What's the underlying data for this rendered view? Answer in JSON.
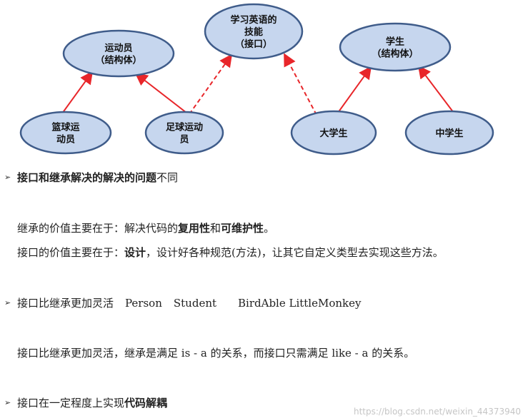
{
  "diagram": {
    "nodes": [
      {
        "id": "athlete",
        "lines": [
          "运动员",
          "（结构体）"
        ]
      },
      {
        "id": "english",
        "lines": [
          "学习英语的",
          "技能",
          "（接口）"
        ]
      },
      {
        "id": "student",
        "lines": [
          "学生",
          "（结构体）"
        ]
      },
      {
        "id": "basketball",
        "lines": [
          "篮球运",
          "动员"
        ]
      },
      {
        "id": "football",
        "lines": [
          "足球运动",
          "员"
        ]
      },
      {
        "id": "college",
        "lines": [
          "大学生"
        ]
      },
      {
        "id": "middle",
        "lines": [
          "中学生"
        ]
      }
    ],
    "edges": [
      {
        "from": "basketball",
        "to": "athlete",
        "style": "solid"
      },
      {
        "from": "football",
        "to": "athlete",
        "style": "solid"
      },
      {
        "from": "football",
        "to": "english",
        "style": "dashed"
      },
      {
        "from": "college",
        "to": "english",
        "style": "dashed"
      },
      {
        "from": "college",
        "to": "student",
        "style": "solid"
      },
      {
        "from": "middle",
        "to": "student",
        "style": "solid"
      }
    ],
    "colors": {
      "node_fill": "#c6d6ee",
      "node_stroke": "#3f5c8a",
      "arrow": "#e8262a"
    }
  },
  "text": {
    "bullet_symbol": "➢",
    "b1_a": "接口和继承解决的解决的问题",
    "b1_b": "不同",
    "p1_a": "继承的价值主要在于：解决代码的",
    "p1_b": "复用性",
    "p1_c": "和",
    "p1_d": "可维护性",
    "p1_e": "。",
    "p2_a": "接口的价值主要在于：",
    "p2_b": "设计",
    "p2_c": "，设计好各种规范(方法)，让其它自定义类型去实现这些方法。",
    "b2_a": "接口比继承更加灵活",
    "b2_b": "Person",
    "b2_c": "Student",
    "b2_d": "BirdAble LittleMonkey",
    "p3": "接口比继承更加灵活，继承是满足  is - a 的关系，而接口只需满足  like - a 的关系。",
    "b3_a": "接口在一定程度上实现",
    "b3_b": "代码解耦"
  },
  "watermark": "https://blog.csdn.net/weixin_44373940"
}
